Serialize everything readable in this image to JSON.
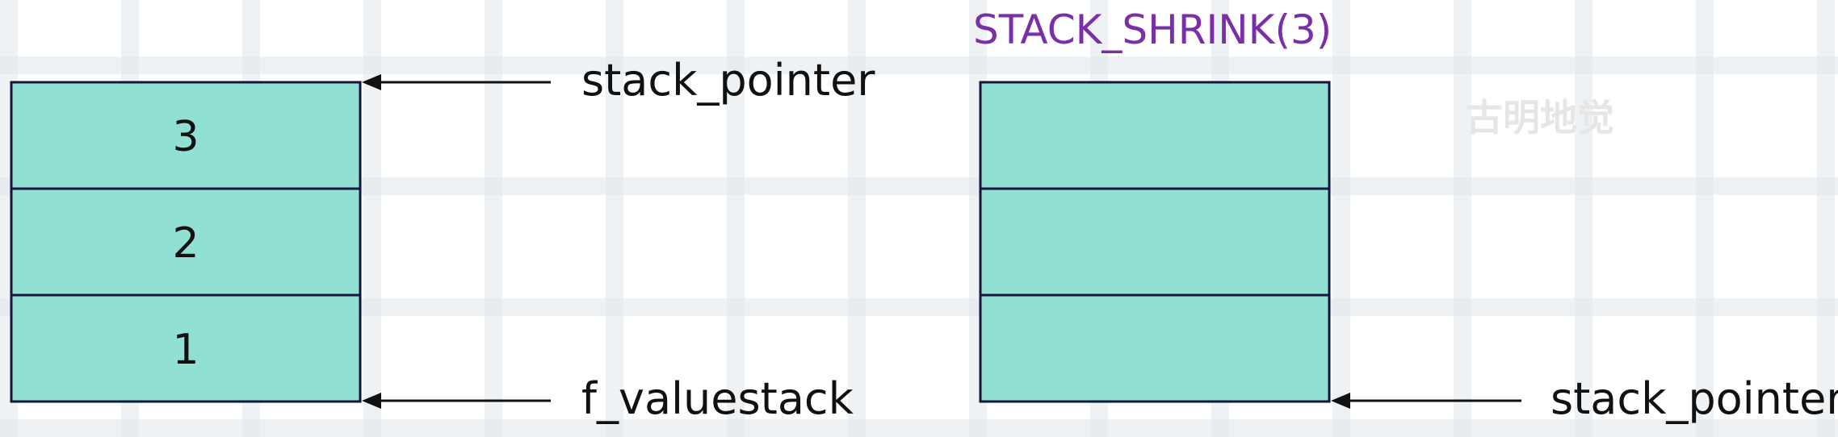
{
  "diagram": {
    "left_stack": {
      "cells": [
        "3",
        "2",
        "1"
      ],
      "top_pointer": "stack_pointer",
      "bottom_pointer": "f_valuestack"
    },
    "right_stack": {
      "title": "STACK_SHRINK(3)",
      "cells": [
        "",
        "",
        ""
      ],
      "bottom_pointer": "stack_pointer"
    },
    "watermark": "古明地觉"
  },
  "colors": {
    "cell_fill": "#90e0d4",
    "cell_border": "#14143c",
    "title": "#7a2fa8",
    "arrow": "#111111"
  }
}
